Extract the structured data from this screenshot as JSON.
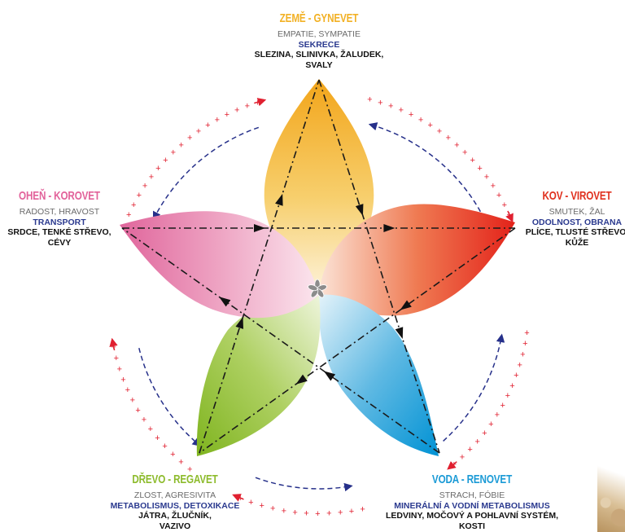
{
  "elements": {
    "earth": {
      "title": "ZEMĚ - GYNEVET",
      "emotion": "EMPATIE, SYMPATIE",
      "function": "SEKRECE",
      "organs": "SLEZINA, SLINIVKA, ŽALUDEK, SVALY",
      "color": "#f2b125"
    },
    "metal": {
      "title": "KOV - VIROVET",
      "emotion": "SMUTEK, ŽAL",
      "function": "ODOLNOST, OBRANA",
      "organs": "PLÍCE, TLUSTÉ STŘEVO, KŮŽE",
      "color": "#e0301e"
    },
    "water": {
      "title": "VODA - RENOVET",
      "emotion": "STRACH, FÓBIE",
      "function": "MINERÁLNÍ A VODNÍ METABOLISMUS",
      "organs": "LEDVINY, MOČOVÝ A POHLAVNÍ SYSTÉM, KOSTI",
      "color": "#1a9ad6"
    },
    "wood": {
      "title": "DŘEVO - REGAVET",
      "emotion": "ZLOST, AGRESIVITA",
      "function": "METABOLISMUS, DETOXIKACE",
      "organs": "JÁTRA, ŽLUČNÍK, VAZIVO",
      "color": "#8dbb2c"
    },
    "fire": {
      "title": "OHEŇ - KOROVET",
      "emotion": "RADOST, HRAVOST",
      "function": "TRANSPORT",
      "organs": "SRDCE, TENKÉ STŘEVO, CÉVY",
      "color": "#e2629a"
    }
  },
  "colors": {
    "red_cycle": "#e02030",
    "blue_cycle": "#26308a",
    "star_lines": "#1a1a1a"
  }
}
